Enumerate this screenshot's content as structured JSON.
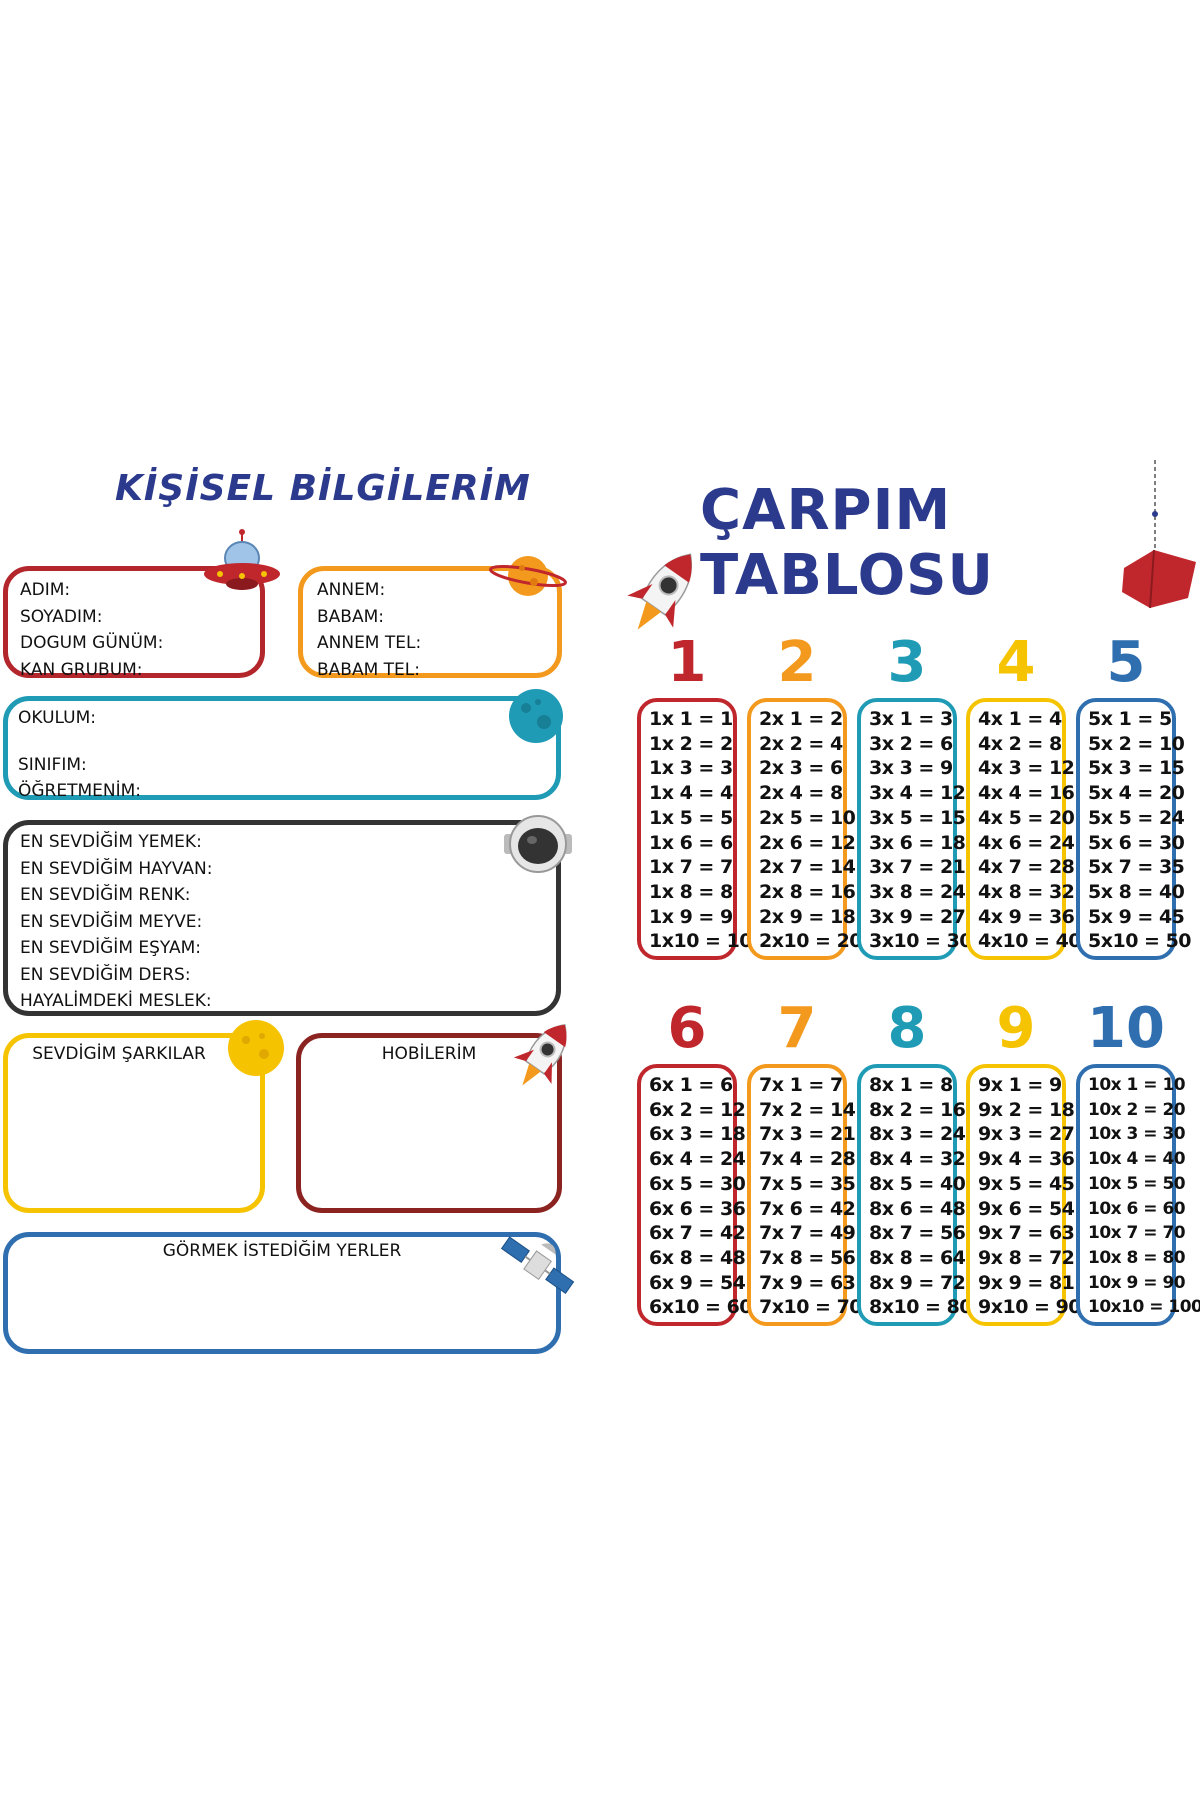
{
  "left": {
    "title": "KİŞİSEL BİLGİLERİM",
    "box1": [
      "ADIM:",
      "SOYADIM:",
      "DOGUM GÜNÜM:",
      "KAN GRUBUM:"
    ],
    "box2": [
      "ANNEM:",
      "BABAM:",
      "ANNEM TEL:",
      "BABAM TEL:"
    ],
    "box3": {
      "school": "OKULUM:",
      "class": "SINIFIM:",
      "teacher": "ÖĞRETMENİM:"
    },
    "box4": [
      "EN SEVDİĞİM YEMEK:",
      "EN SEVDİĞİM HAYVAN:",
      "EN SEVDİĞİM RENK:",
      "EN SEVDİĞİM MEYVE:",
      "EN SEVDİĞİM EŞYAM:",
      "EN SEVDİĞİM DERS:",
      "HAYALİMDEKİ MESLEK:"
    ],
    "songs": "SEVDİGİM ŞARKILAR",
    "hobbies": "HOBİLERİM",
    "places": "GÖRMEK İSTEDİĞİM YERLER"
  },
  "right": {
    "title": "ÇARPIM TABLOSU",
    "colors": [
      "#c0272d",
      "#f39a1e",
      "#1f9bb5",
      "#f5c300",
      "#2f6fb0"
    ],
    "tables": [
      {
        "head": "1",
        "rows": [
          "1x 1 = 1",
          "1x 2 = 2",
          "1x 3 = 3",
          "1x 4 = 4",
          "1x 5 = 5",
          "1x 6 = 6",
          "1x 7 = 7",
          "1x 8 = 8",
          "1x 9 = 9",
          "1x10 = 10"
        ]
      },
      {
        "head": "2",
        "rows": [
          "2x 1 = 2",
          "2x 2 = 4",
          "2x 3 = 6",
          "2x 4 = 8",
          "2x 5 = 10",
          "2x 6 = 12",
          "2x 7 = 14",
          "2x 8 = 16",
          "2x 9 = 18",
          "2x10 = 20"
        ]
      },
      {
        "head": "3",
        "rows": [
          "3x 1 = 3",
          "3x 2 = 6",
          "3x 3 = 9",
          "3x 4 = 12",
          "3x 5 = 15",
          "3x 6 = 18",
          "3x 7 = 21",
          "3x 8 = 24",
          "3x 9 = 27",
          "3x10 = 30"
        ]
      },
      {
        "head": "4",
        "rows": [
          "4x 1 = 4",
          "4x 2 = 8",
          "4x 3 = 12",
          "4x 4 = 16",
          "4x 5 = 20",
          "4x 6 = 24",
          "4x 7 = 28",
          "4x 8 = 32",
          "4x 9 = 36",
          "4x10 = 40"
        ]
      },
      {
        "head": "5",
        "rows": [
          "5x 1 = 5",
          "5x 2 = 10",
          "5x 3 = 15",
          "5x 4 = 20",
          "5x 5 = 24",
          "5x 6 = 30",
          "5x 7 = 35",
          "5x 8 = 40",
          "5x 9 = 45",
          "5x10 = 50"
        ]
      },
      {
        "head": "6",
        "rows": [
          "6x 1 = 6",
          "6x 2 = 12",
          "6x 3 = 18",
          "6x 4 = 24",
          "6x 5 = 30",
          "6x 6 = 36",
          "6x 7 = 42",
          "6x 8 = 48",
          "6x 9 = 54",
          "6x10 = 60"
        ]
      },
      {
        "head": "7",
        "rows": [
          "7x 1 = 7",
          "7x 2 = 14",
          "7x 3 = 21",
          "7x 4 = 28",
          "7x 5 = 35",
          "7x 6 = 42",
          "7x 7 = 49",
          "7x 8 = 56",
          "7x 9 = 63",
          "7x10 = 70"
        ]
      },
      {
        "head": "8",
        "rows": [
          "8x 1 = 8",
          "8x 2 = 16",
          "8x 3 = 24",
          "8x 4 = 32",
          "8x 5 = 40",
          "8x 6 = 48",
          "8x 7 = 56",
          "8x 8 = 64",
          "8x 9 = 72",
          "8x10 = 80"
        ]
      },
      {
        "head": "9",
        "rows": [
          "9x 1 = 9",
          "9x 2 = 18",
          "9x 3 = 27",
          "9x 4 = 36",
          "9x 5 = 45",
          "9x 6 = 54",
          "9x 7 = 63",
          "9x 8 = 72",
          "9x 9 = 81",
          "9x10 = 90"
        ]
      },
      {
        "head": "10",
        "rows": [
          "10x 1 = 10",
          "10x 2 = 20",
          "10x 3 = 30",
          "10x 4 = 40",
          "10x 5 = 50",
          "10x 6 = 60",
          "10x 7 = 70",
          "10x 8 = 80",
          "10x 9 = 90",
          "10x10 = 100"
        ]
      }
    ]
  }
}
